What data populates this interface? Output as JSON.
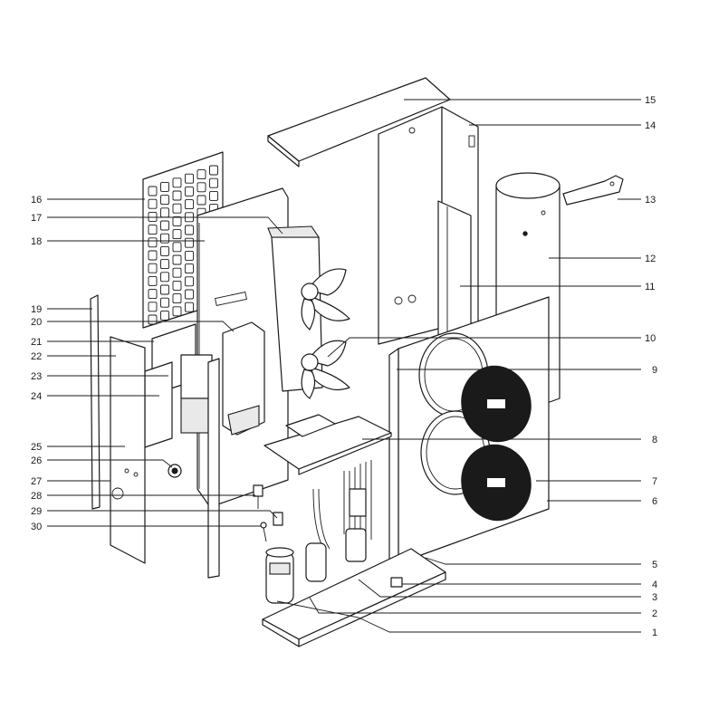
{
  "callouts_left": [
    {
      "label": "16"
    },
    {
      "label": "17"
    },
    {
      "label": "18"
    },
    {
      "label": "19"
    },
    {
      "label": "20"
    },
    {
      "label": "21"
    },
    {
      "label": "22"
    },
    {
      "label": "23"
    },
    {
      "label": "24"
    },
    {
      "label": "25"
    },
    {
      "label": "26"
    },
    {
      "label": "27"
    },
    {
      "label": "28"
    },
    {
      "label": "29"
    },
    {
      "label": "30"
    }
  ],
  "callouts_right": [
    {
      "label": "15"
    },
    {
      "label": "14"
    },
    {
      "label": "13"
    },
    {
      "label": "12"
    },
    {
      "label": "11"
    },
    {
      "label": "10"
    },
    {
      "label": "9"
    },
    {
      "label": "8"
    },
    {
      "label": "7"
    },
    {
      "label": "6"
    },
    {
      "label": "5"
    },
    {
      "label": "4"
    },
    {
      "label": "3"
    },
    {
      "label": "2"
    },
    {
      "label": "1"
    }
  ]
}
